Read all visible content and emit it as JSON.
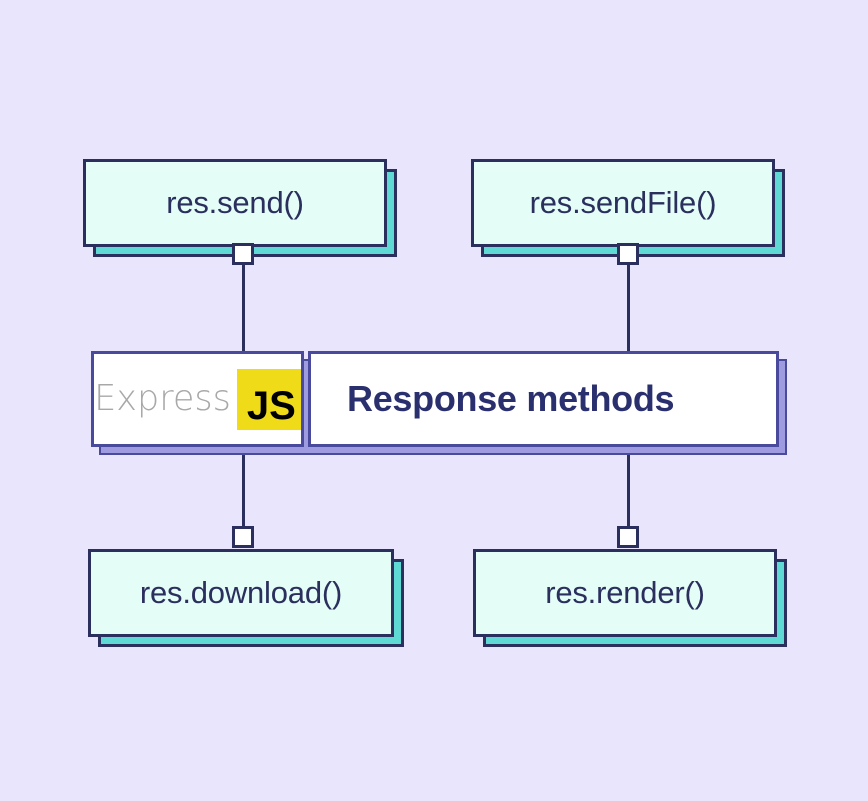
{
  "diagram": {
    "background_color": "#e8e5fd",
    "title": "Response methods",
    "center": {
      "logo_word": "Express",
      "logo_badge": "JS",
      "badge_color": "#f0db18",
      "title": "Response methods",
      "title_color": "#2a2f6e",
      "shadow_color": "#9e9be0",
      "border_color": "#4a4a9c"
    },
    "node_style": {
      "fill": "#e4fdf6",
      "shadow": "#5fd9d4",
      "border": "#2a2f5e",
      "text_color": "#2a2f5e"
    },
    "nodes": [
      {
        "id": "res-send",
        "label": "res.send()",
        "position": "top-left"
      },
      {
        "id": "res-sendfile",
        "label": "res.sendFile()",
        "position": "top-right"
      },
      {
        "id": "res-download",
        "label": "res.download()",
        "position": "bottom-left"
      },
      {
        "id": "res-render",
        "label": "res.render()",
        "position": "bottom-right"
      }
    ]
  }
}
